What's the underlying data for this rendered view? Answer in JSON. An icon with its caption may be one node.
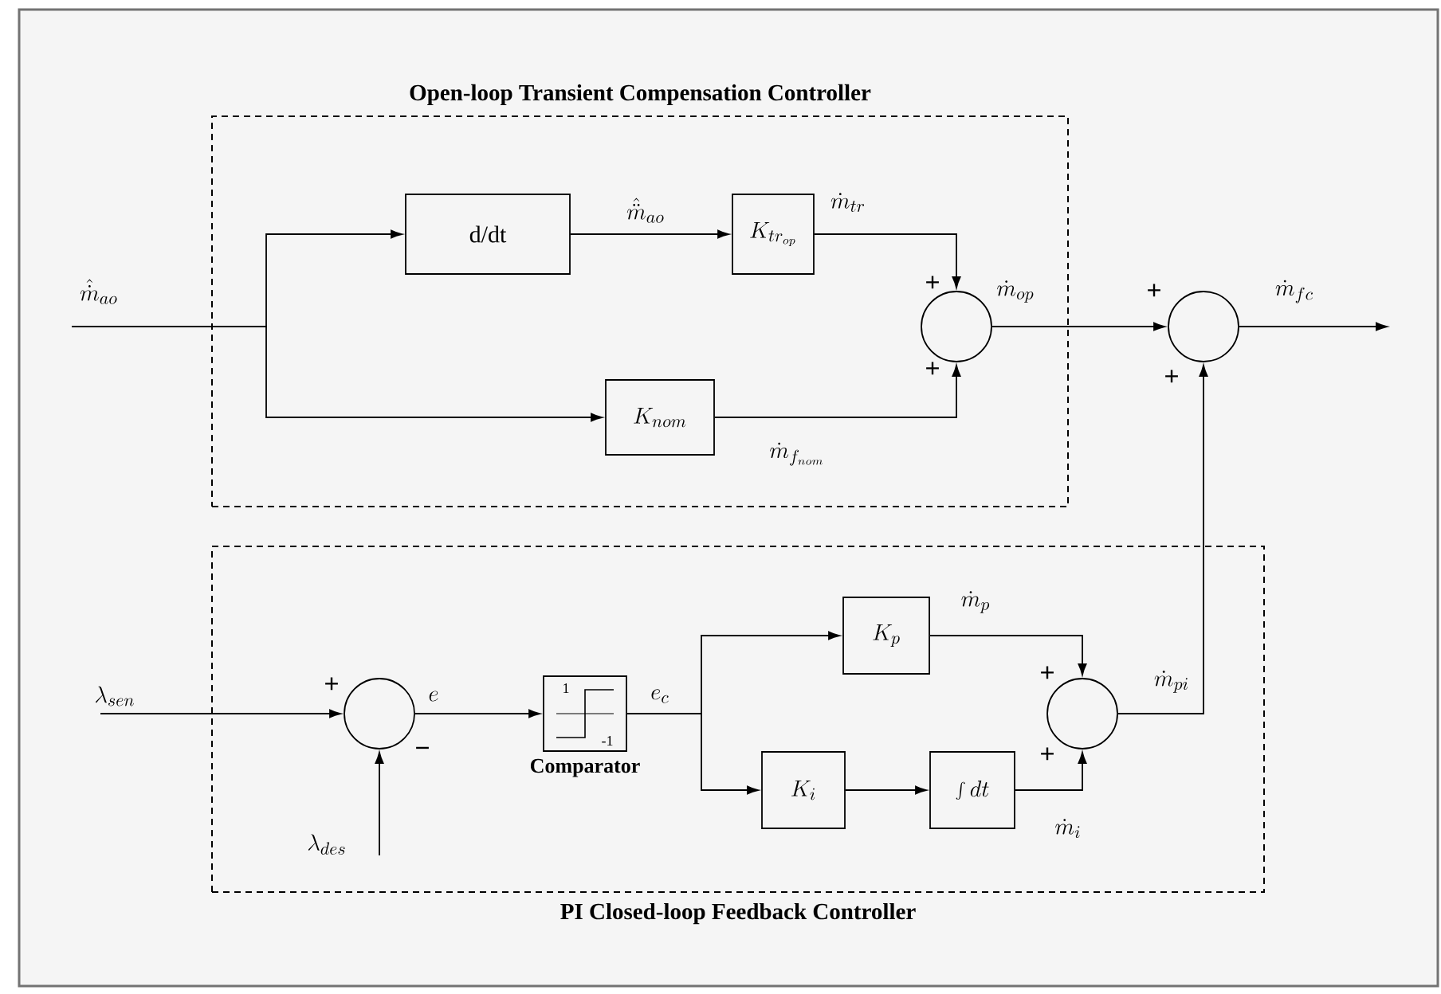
{
  "diagram": {
    "nodes": [
      {
        "text": [
          "Open-loop Transient Compensation Controller"
        ]
      },
      {
        "text": [
          "d/dt"
        ],
        "in": 0
      },
      {
        "text": [
          "K_{tr_{op}}"
        ],
        "in": 0
      },
      {
        "text": [],
        "shape": "circle",
        "in": 0
      },
      {
        "text": [
          "K_{nom}"
        ],
        "in": 0
      },
      {
        "text": [
          "PI Closed-loop Feedback Controller"
        ]
      },
      {
        "text": [],
        "shape": "circle",
        "in": 5
      },
      {
        "text": [],
        "shape": "box",
        "in": 5,
        "beside": [
          "Comparator"
        ]
      },
      {
        "text": [
          "K_p"
        ],
        "in": 5
      },
      {
        "text": [
          "K_i"
        ],
        "in": 5
      },
      {
        "text": [
          "\\int dt"
        ],
        "in": 5
      },
      {
        "text": [],
        "shape": "circle",
        "in": 5
      },
      {
        "text": [],
        "shape": "circle"
      }
    ],
    "edges": [
      {
        "from": null,
        "to": 1,
        "arrow": "to",
        "label": "\\hat{\\dot{m}}_{ao}"
      },
      {
        "from": null,
        "to": 4,
        "arrow": "to"
      },
      {
        "from": 1,
        "to": 2,
        "arrow": "to",
        "label": "\\hat{\\ddot{m}}_{ao}"
      },
      {
        "from": 2,
        "to": 3,
        "arrow": "to",
        "label": "\\dot{m}_{tr}"
      },
      {
        "from": 4,
        "to": 3,
        "arrow": "to",
        "label": "\\dot{m}_{f_{nom}}"
      },
      {
        "from": 3,
        "to": 12,
        "arrow": "to",
        "label": "\\dot{m}_{op}"
      },
      {
        "from": 12,
        "to": null,
        "arrow": "to",
        "label": "\\dot{m}_{fc}"
      },
      {
        "from": null,
        "to": 6,
        "arrow": "to",
        "label": "\\lambda_{sen}"
      },
      {
        "from": null,
        "to": 6,
        "arrow": "to",
        "label": "\\lambda_{des}"
      },
      {
        "from": 6,
        "to": 7,
        "arrow": "to",
        "label": "e"
      },
      {
        "from": 7,
        "to": 8,
        "arrow": "to",
        "label": "e_c"
      },
      {
        "from": 7,
        "to": 9,
        "arrow": "to"
      },
      {
        "from": 8,
        "to": 11,
        "arrow": "to",
        "label": "\\dot{m}_p"
      },
      {
        "from": 9,
        "to": 10,
        "arrow": "to"
      },
      {
        "from": 10,
        "to": 11,
        "arrow": "to",
        "label": "\\dot{m}_i"
      },
      {
        "from": 11,
        "to": 12,
        "arrow": "to",
        "label": "\\dot{m}_{pi}"
      }
    ],
    "labels": [
      "+",
      "+",
      "+",
      "+",
      "+",
      "−",
      "1",
      "-1",
      "+",
      "+"
    ]
  }
}
